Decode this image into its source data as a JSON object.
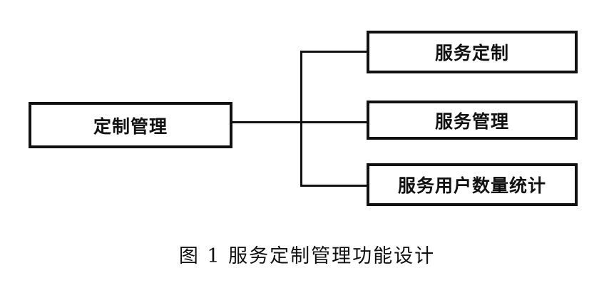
{
  "diagram": {
    "root": {
      "label": "定制管理"
    },
    "children": [
      {
        "label": "服务定制"
      },
      {
        "label": "服务管理"
      },
      {
        "label": "服务用户数量统计"
      }
    ]
  },
  "caption": "图 1  服务定制管理功能设计",
  "colors": {
    "stroke": "#111111",
    "background": "#ffffff"
  }
}
